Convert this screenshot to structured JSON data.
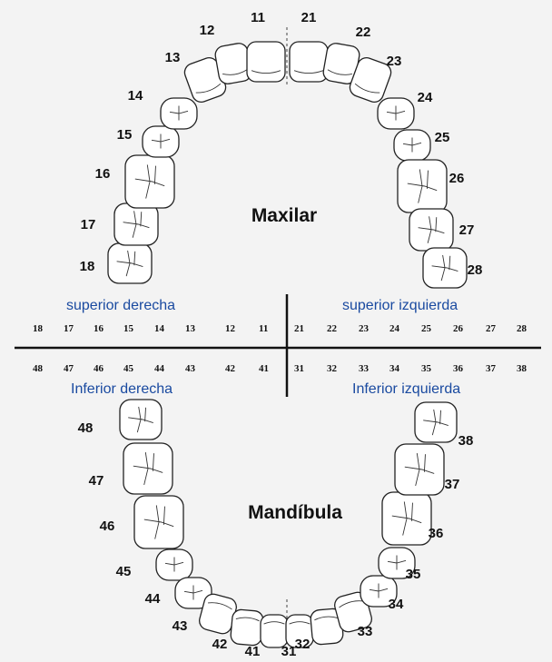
{
  "upper_arch_label": "Maxilar",
  "lower_arch_label": "Mandíbula",
  "quadrants": {
    "upper_right": "superior derecha",
    "upper_left": "superior izquierda",
    "lower_right": "Inferior derecha",
    "lower_left": "Inferior izquierda"
  },
  "upper_row": [
    "18",
    "17",
    "16",
    "15",
    "14",
    "13",
    "12",
    "11",
    "21",
    "22",
    "23",
    "24",
    "25",
    "26",
    "27",
    "28"
  ],
  "lower_row": [
    "48",
    "47",
    "46",
    "45",
    "44",
    "43",
    "42",
    "41",
    "31",
    "32",
    "33",
    "34",
    "35",
    "36",
    "37",
    "38"
  ],
  "upper_teeth": [
    "18",
    "17",
    "16",
    "15",
    "14",
    "13",
    "12",
    "11",
    "21",
    "22",
    "23",
    "24",
    "25",
    "26",
    "27",
    "28"
  ],
  "lower_teeth": [
    "48",
    "47",
    "46",
    "45",
    "44",
    "43",
    "42",
    "41",
    "31",
    "32",
    "33",
    "34",
    "35",
    "36",
    "37",
    "38"
  ],
  "colors": {
    "quadrant_label": "#1a4aa0",
    "background": "#f3f3f3",
    "line": "#111111"
  }
}
